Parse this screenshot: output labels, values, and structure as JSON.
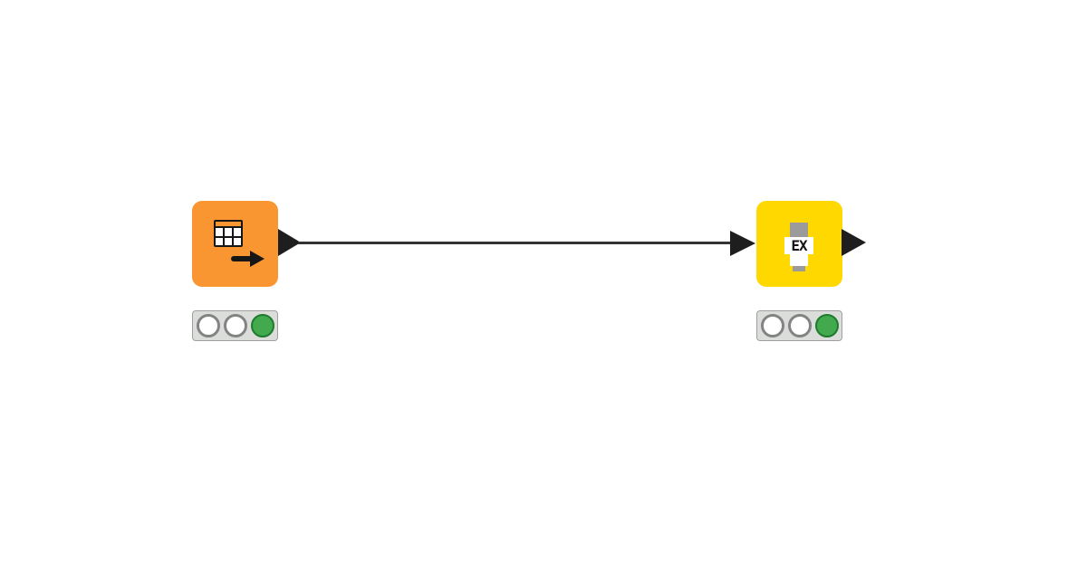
{
  "workflow": {
    "nodes": [
      {
        "id": "node-1",
        "icon": "table-with-arrow-icon",
        "color": "#FA9632",
        "status_lights": [
          "off",
          "off",
          "green"
        ],
        "output_port": "black-triangle"
      },
      {
        "id": "node-2",
        "icon": "excel-file-icon",
        "icon_text": "EX",
        "color": "#FFD800",
        "status_lights": [
          "off",
          "off",
          "green"
        ],
        "input_port": "arrowhead",
        "output_port": "black-triangle"
      }
    ],
    "connection": {
      "from": "node-1",
      "to": "node-2",
      "color": "#333333",
      "style": "straight-line-with-arrowhead"
    }
  },
  "colors": {
    "canvas_background": "#FFFFFF",
    "node_source": "#FA9632",
    "node_writer": "#FFD800",
    "port_black": "#1E1E1E",
    "traffic_light_background": "#DBDDDB",
    "traffic_light_border": "#9FA19F",
    "light_off": "#FFFFFF",
    "light_off_border": "#838383",
    "light_green": "#42A94E",
    "light_green_border": "#1F7A2E"
  }
}
